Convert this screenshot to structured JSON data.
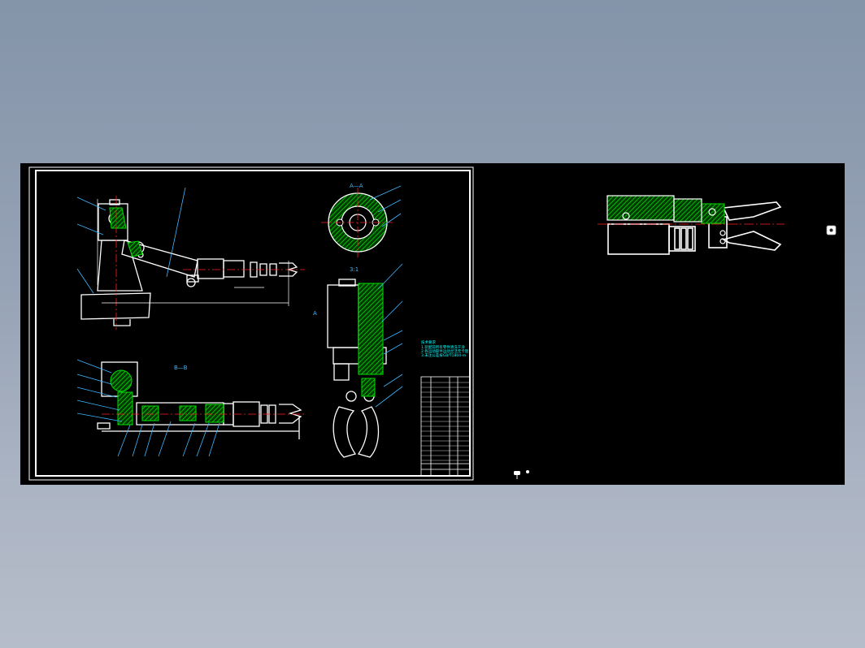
{
  "drawing": {
    "section_aa_label": "A—A",
    "section_bb_label": "B—B",
    "scale_label": "3:1",
    "view_a_label": "A",
    "notes_title": "技术要求",
    "notes_lines": [
      "1.装配前所有零件清洗干净",
      "2.各运动部件运动灵活无卡阻",
      "3.未注公差按GB/T1804-m"
    ]
  },
  "colors": {
    "background": "#000000",
    "outline": "#ffffff",
    "hatch": "#00e000",
    "centerline": "#ff2020",
    "leader": "#3fb6ff",
    "text": "#00ffff"
  },
  "icons": {
    "ucs": "ucs-icon",
    "cursor_box": "viewcube-icon"
  }
}
